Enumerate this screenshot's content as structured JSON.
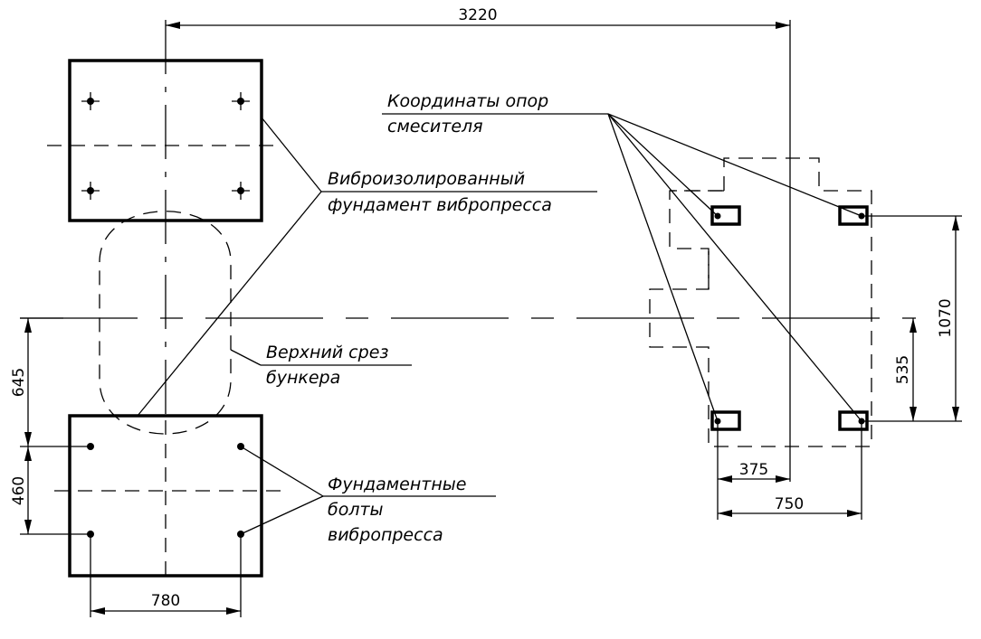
{
  "labels": {
    "mixer_supports": [
      "Координаты опор",
      "смесителя"
    ],
    "vibro_foundation": [
      "Виброизолированный",
      "фундамент вибропресса"
    ],
    "bunker_top": [
      "Верхний срез",
      "бункера"
    ],
    "foundation_bolts": [
      "Фундаментные",
      "болты",
      "вибропресса"
    ]
  },
  "dimensions": {
    "overall_width": "3220",
    "upper_offset": "645",
    "bolt_spacing_vertical": "460",
    "bolt_spacing_horizontal": "780",
    "support_half_span": "375",
    "support_span": "750",
    "support_half_height": "535",
    "support_height": "1070"
  }
}
